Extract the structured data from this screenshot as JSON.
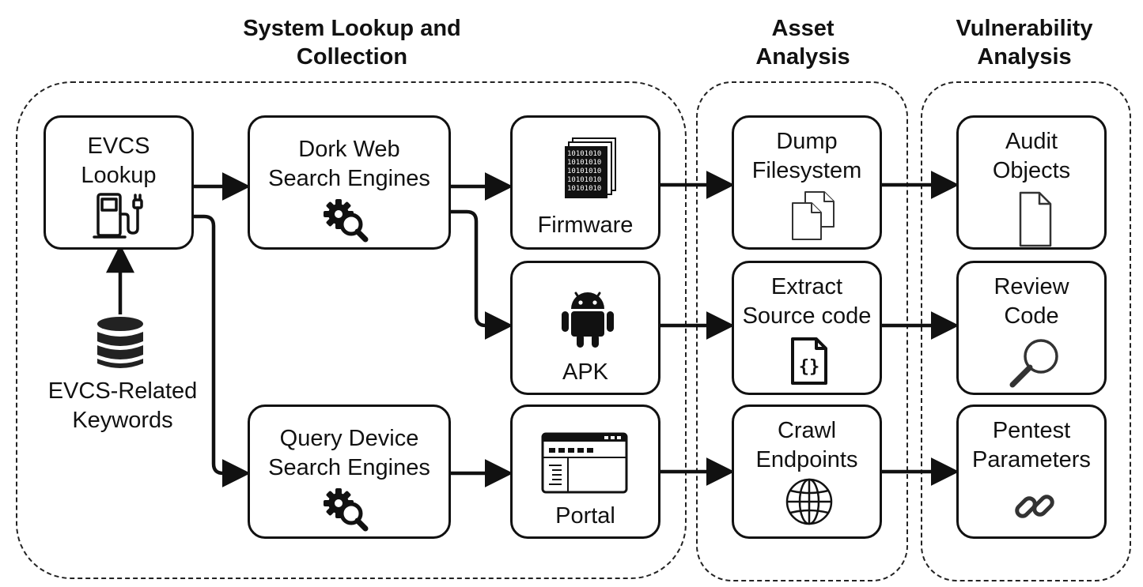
{
  "sections": {
    "collection": "System Lookup and\nCollection",
    "asset": "Asset\nAnalysis",
    "vuln": "Vulnerability\nAnalysis"
  },
  "nodes": {
    "evcs_lookup": "EVCS\nLookup",
    "dork_web": "Dork Web\nSearch Engines",
    "query_device": "Query Device\nSearch Engines",
    "firmware": "Firmware",
    "apk": "APK",
    "portal": "Portal",
    "dump_fs": "Dump\nFilesystem",
    "extract_src": "Extract\nSource code",
    "crawl": "Crawl\nEndpoints",
    "audit": "Audit\nObjects",
    "review": "Review\nCode",
    "pentest": "Pentest\nParameters"
  },
  "keywords_label": "EVCS-Related\nKeywords",
  "firmware_bits": "10101010",
  "code_glyph": "{}",
  "icons": {
    "evcs_lookup": "charging-station-icon",
    "dork_web": "gear-search-icon",
    "query_device": "gear-search-icon",
    "firmware": "binary-file-icon",
    "apk": "android-icon",
    "portal": "browser-window-icon",
    "dump_fs": "copy-files-icon",
    "extract_src": "code-file-icon",
    "crawl": "globe-icon",
    "audit": "document-icon",
    "review": "magnifier-icon",
    "pentest": "link-icon",
    "keywords": "database-icon"
  }
}
